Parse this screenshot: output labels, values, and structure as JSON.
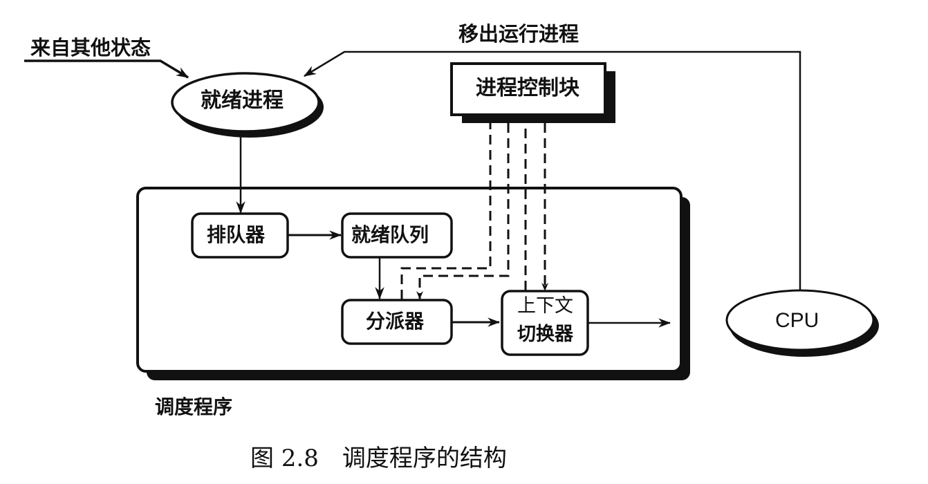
{
  "diagram": {
    "labels": {
      "from_other_states": "来自其他状态",
      "move_out_running": "移出运行进程",
      "scheduler_label": "调度程序"
    },
    "nodes": {
      "ready_process": "就绪进程",
      "pcb": "进程控制块",
      "enqueuer": "排队器",
      "ready_queue": "就绪队列",
      "dispatcher": "分派器",
      "context_switcher_line1": "上下文",
      "context_switcher_line2": "切换器",
      "cpu": "CPU"
    },
    "edges": [
      {
        "from": "来自其他状态",
        "to": "就绪进程",
        "style": "solid"
      },
      {
        "from": "CPU",
        "to": "就绪进程",
        "style": "solid",
        "label": "移出运行进程"
      },
      {
        "from": "就绪进程",
        "to": "排队器",
        "style": "solid"
      },
      {
        "from": "排队器",
        "to": "就绪队列",
        "style": "solid"
      },
      {
        "from": "就绪队列",
        "to": "分派器",
        "style": "solid"
      },
      {
        "from": "分派器",
        "to": "上下文切换器",
        "style": "solid"
      },
      {
        "from": "上下文切换器",
        "to": "CPU",
        "style": "solid"
      },
      {
        "from": "进程控制块",
        "to": "分派器",
        "style": "dashed"
      },
      {
        "from": "分派器",
        "to": "进程控制块",
        "style": "dashed"
      },
      {
        "from": "上下文切换器",
        "to": "进程控制块",
        "style": "dashed"
      },
      {
        "from": "进程控制块",
        "to": "上下文切换器",
        "style": "dashed"
      }
    ],
    "caption": "图 2.8　调度程序的结构"
  }
}
